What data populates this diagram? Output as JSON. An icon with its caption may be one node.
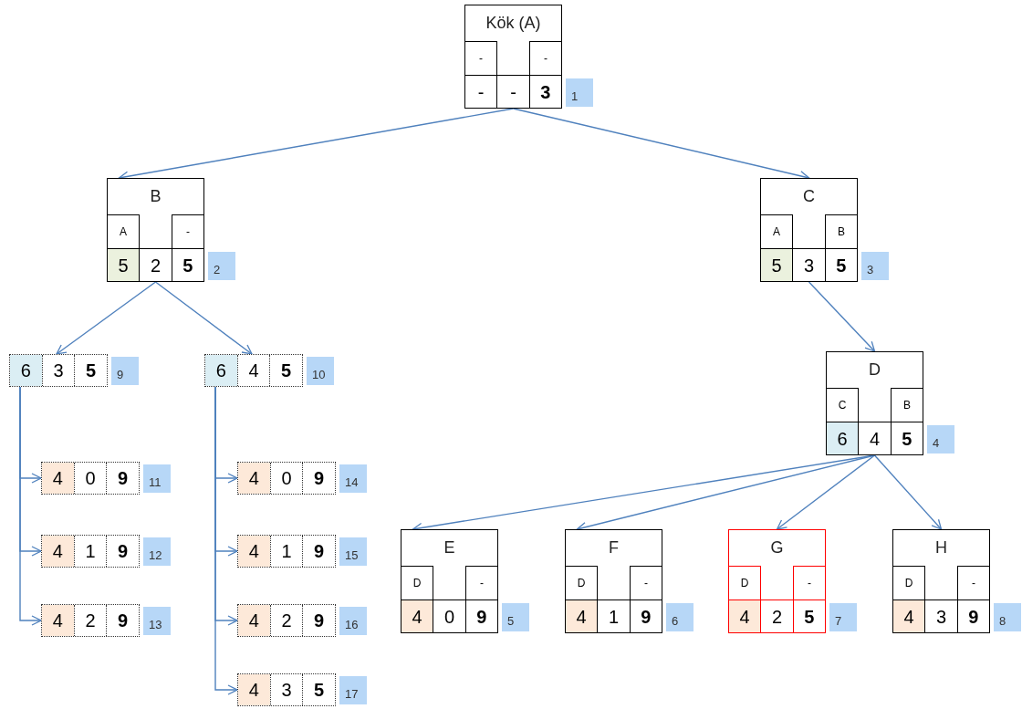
{
  "diagram": {
    "nodes": [
      {
        "text": [
          "Kök (A)",
          "-",
          "-",
          "-",
          "-",
          "3"
        ],
        "beside": [
          "1"
        ]
      },
      {
        "text": [
          "B",
          "A",
          "-",
          "5",
          "2",
          "5"
        ],
        "beside": [
          "2"
        ]
      },
      {
        "text": [
          "C",
          "A",
          "B",
          "5",
          "3",
          "5"
        ],
        "beside": [
          "3"
        ]
      },
      {
        "text": [
          "D",
          "C",
          "B",
          "6",
          "4",
          "5"
        ],
        "beside": [
          "4"
        ]
      },
      {
        "text": [
          "E",
          "D",
          "-",
          "4",
          "0",
          "9"
        ],
        "beside": [
          "5"
        ]
      },
      {
        "text": [
          "F",
          "D",
          "-",
          "4",
          "1",
          "9"
        ],
        "beside": [
          "6"
        ]
      },
      {
        "text": [
          "G",
          "D",
          "-",
          "4",
          "2",
          "5"
        ],
        "beside": [
          "7"
        ]
      },
      {
        "text": [
          "H",
          "D",
          "-",
          "4",
          "3",
          "9"
        ],
        "beside": [
          "8"
        ]
      },
      {
        "text": [
          "6",
          "3",
          "5"
        ],
        "beside": [
          "9"
        ]
      },
      {
        "text": [
          "6",
          "4",
          "5"
        ],
        "beside": [
          "10"
        ]
      },
      {
        "text": [
          "4",
          "0",
          "9"
        ],
        "beside": [
          "11"
        ]
      },
      {
        "text": [
          "4",
          "1",
          "9"
        ],
        "beside": [
          "12"
        ]
      },
      {
        "text": [
          "4",
          "2",
          "9"
        ],
        "beside": [
          "13"
        ]
      },
      {
        "text": [
          "4",
          "0",
          "9"
        ],
        "beside": [
          "14"
        ]
      },
      {
        "text": [
          "4",
          "1",
          "9"
        ],
        "beside": [
          "15"
        ]
      },
      {
        "text": [
          "4",
          "2",
          "9"
        ],
        "beside": [
          "16"
        ]
      },
      {
        "text": [
          "4",
          "3",
          "5"
        ],
        "beside": [
          "17"
        ]
      }
    ],
    "edges": [
      {
        "from": 0,
        "to": 1,
        "arrow": "to"
      },
      {
        "from": 0,
        "to": 2,
        "arrow": "to"
      },
      {
        "from": 2,
        "to": 3,
        "arrow": "to"
      },
      {
        "from": 3,
        "to": 4,
        "arrow": "to"
      },
      {
        "from": 3,
        "to": 5,
        "arrow": "to"
      },
      {
        "from": 3,
        "to": 6,
        "arrow": "to"
      },
      {
        "from": 3,
        "to": 7,
        "arrow": "to"
      },
      {
        "from": 1,
        "to": 8,
        "arrow": "to"
      },
      {
        "from": 1,
        "to": 9,
        "arrow": "to"
      },
      {
        "from": 8,
        "to": 10,
        "arrow": "to"
      },
      {
        "from": 8,
        "to": 11,
        "arrow": "to"
      },
      {
        "from": 8,
        "to": 12,
        "arrow": "to"
      },
      {
        "from": 9,
        "to": 13,
        "arrow": "to"
      },
      {
        "from": 9,
        "to": 14,
        "arrow": "to"
      },
      {
        "from": 9,
        "to": 15,
        "arrow": "to"
      },
      {
        "from": 9,
        "to": 16,
        "arrow": "to"
      }
    ]
  }
}
